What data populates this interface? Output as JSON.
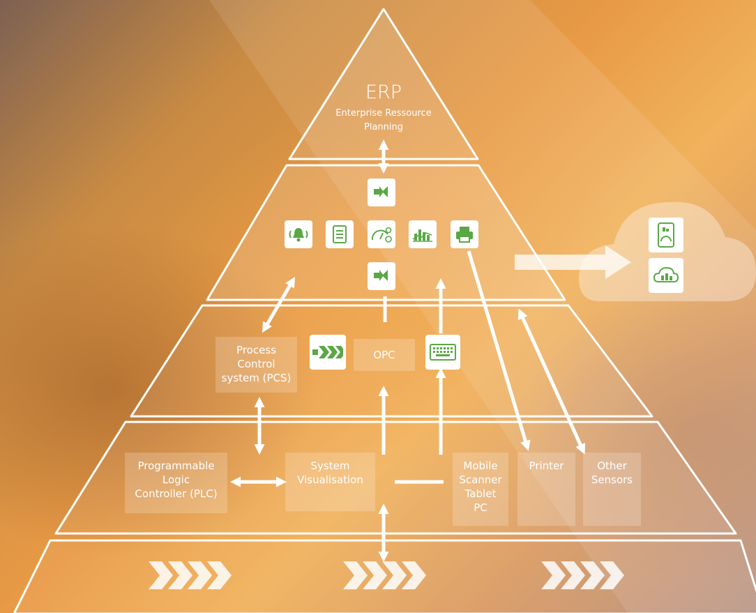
{
  "erp": {
    "title": "ERP",
    "subtitle": "Enterprise Ressource\nPlanning"
  },
  "opc": {
    "label": "OPC"
  },
  "pcs": {
    "label": "Process\nControl\nsystem (PCS)"
  },
  "plc": {
    "label": "Programmable\nLogic\nController (PLC)"
  },
  "system_visualisation": {
    "label": "System\nVisualisation"
  },
  "mobile": {
    "label": "Mobile\nScanner\nTablet\nPC"
  },
  "printer": {
    "label": "Printer"
  },
  "other_sensors": {
    "label": "Other\nSensors"
  },
  "colors": {
    "accent_green": "#5aa844",
    "background_orange": "#e89a45",
    "line_white": "#ffffff"
  },
  "icons": {
    "mes_row": [
      "alarm-bell-icon",
      "document-icon",
      "gauge-icon",
      "bar-chart-icon",
      "printer-icon"
    ],
    "arrows": [
      "converge-arrows-icon",
      "forward-chevrons-icon",
      "keyboard-icon"
    ],
    "cloud": [
      "tablet-dashboard-icon",
      "cloud-factory-icon"
    ]
  }
}
